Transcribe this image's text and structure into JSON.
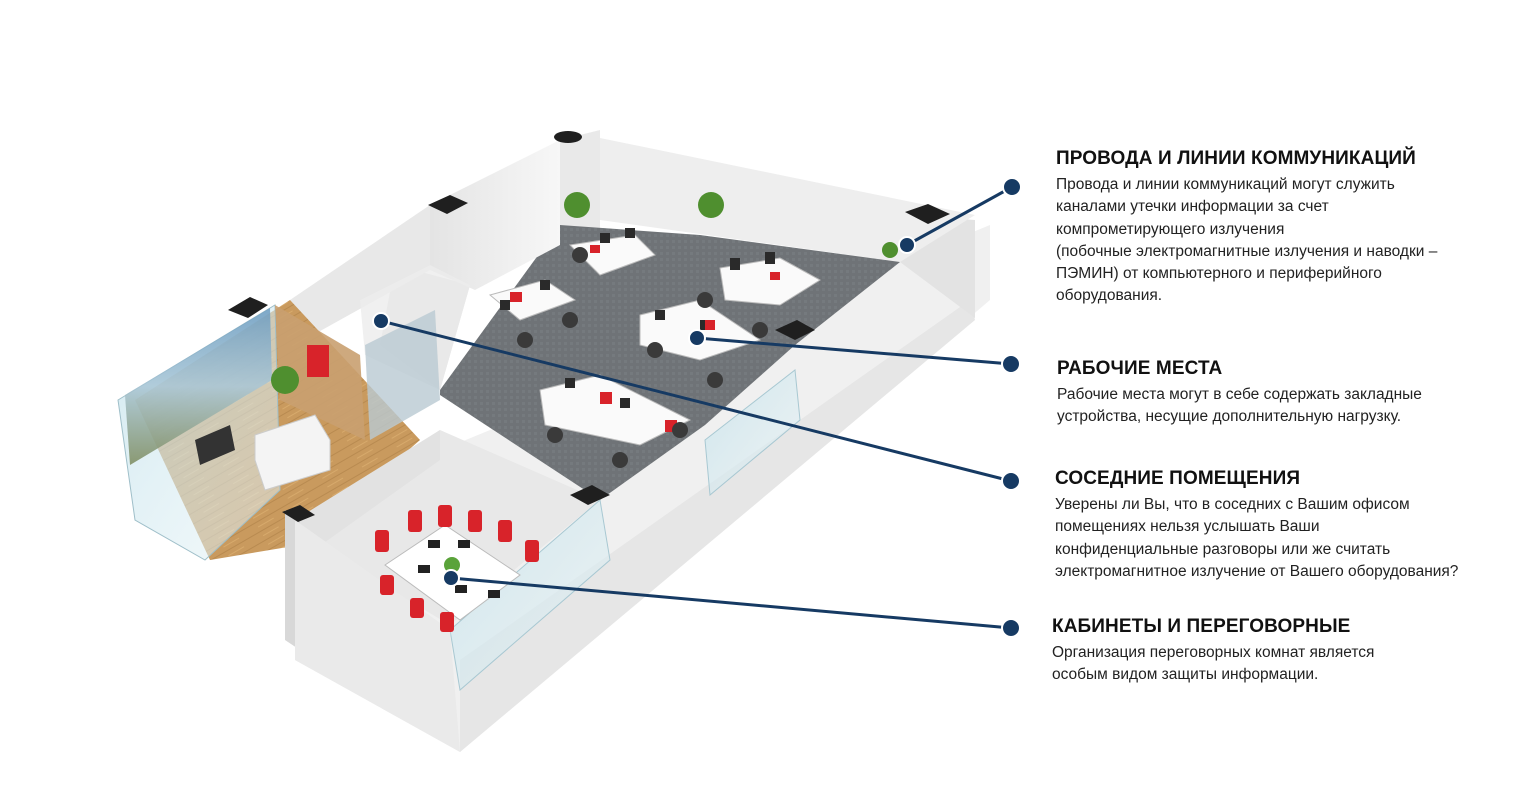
{
  "callouts": [
    {
      "title": "ПРОВОДА И ЛИНИИ КОММУНИКАЦИЙ",
      "lines": [
        "Провода и линии коммуникаций могут служить",
        "каналами утечки информации за счет",
        "компрометирующего излучения",
        "(побочные электромагнитные излучения и наводки –",
        "ПЭМИН) от компьютерного и периферийного",
        "оборудования."
      ]
    },
    {
      "title": "РАБОЧИЕ МЕСТА",
      "lines": [
        "Рабочие места могут в себе содержать закладные",
        "устройства, несущие дополнительную нагрузку."
      ]
    },
    {
      "title": "СОСЕДНИЕ ПОМЕЩЕНИЯ",
      "lines": [
        "Уверены ли Вы, что в соседних с Вашим офисом",
        "помещениях нельзя услышать Ваши",
        "конфиденциальные разговоры или же считать",
        "электромагнитное излучение от Вашего оборудования?"
      ]
    },
    {
      "title": "КАБИНЕТЫ И ПЕРЕГОВОРНЫЕ",
      "lines": [
        "Организация переговорных комнат является",
        "особым видом защиты информации."
      ]
    }
  ],
  "colors": {
    "connector": "#163a63",
    "floor_carpet": "#6f7377",
    "floor_wood": "#c99a5e",
    "walls": "#eeeeee",
    "accent_red": "#d8232a"
  }
}
